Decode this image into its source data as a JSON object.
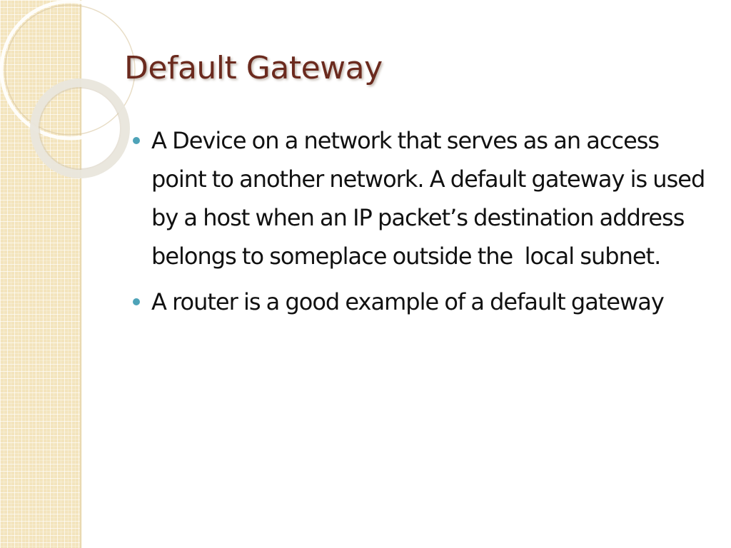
{
  "slide": {
    "title": "Default Gateway",
    "bullets": [
      {
        "text": "A Device on a network that serves as an access point to another network. A default gateway is used by a host when an IP packet’s destination address belongs to someplace outside the  local subnet."
      },
      {
        "text": "A router is a good example of a default gateway"
      }
    ]
  },
  "theme": {
    "title_color": "#6b2a1e",
    "bullet_color": "#4ea3b8",
    "side_band_color": "#f3e4bd",
    "text_color": "#111111"
  }
}
